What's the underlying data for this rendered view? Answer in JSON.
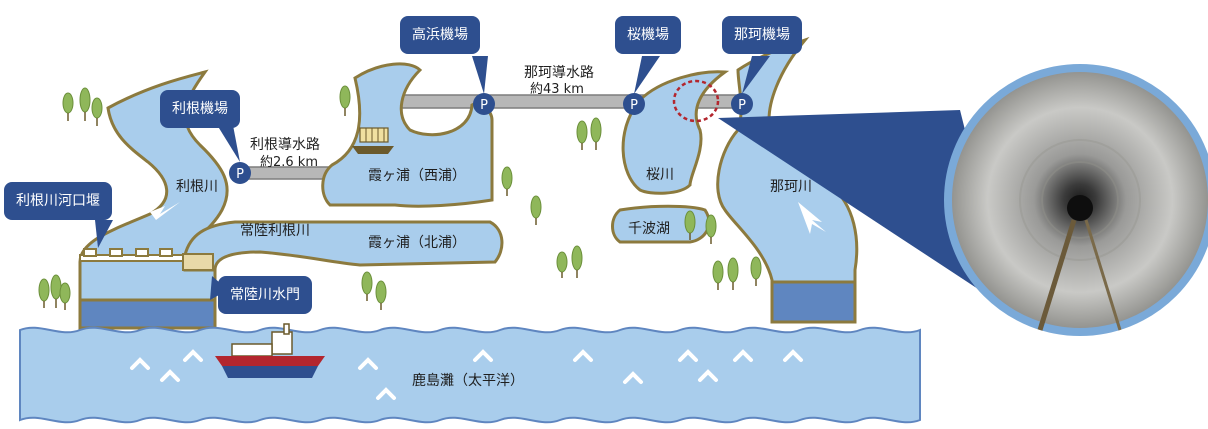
{
  "colors": {
    "water": "#a9cdec",
    "water_dark": "#5f86c0",
    "bank": "#8c7a3e",
    "callout": "#2e4f8f",
    "pump": "#2e4f8f",
    "tree": "#8fb75a",
    "pipe": "#b7b7b7",
    "sea_text": "#1f1f1f",
    "highlight": "#b3262e"
  },
  "callouts": {
    "takahama": "高浜機場",
    "sakura": "桜機場",
    "naka": "那珂機場",
    "tone": "利根機場",
    "tone_estuary": "利根川河口堰",
    "hitachi_gate": "常陸川水門"
  },
  "labels": {
    "naka_canal": "那珂導水路",
    "naka_canal_len": "約43 km",
    "tone_canal": "利根導水路",
    "tone_canal_len": "約2.6 km",
    "tone_river": "利根川",
    "hitachi_tone_river": "常陸利根川",
    "kasumi_nishiura": "霞ヶ浦（西浦）",
    "kasumi_kitaura": "霞ヶ浦（北浦）",
    "sakura_river": "桜川",
    "naka_river": "那珂川",
    "senba_lake": "千波湖",
    "sea": "鹿島灘（太平洋）"
  },
  "pump_symbol": "P",
  "icons": [
    "pump-station-icon",
    "tree-icon",
    "ship-icon",
    "sailboat-icon",
    "flow-arrow-icon",
    "tunnel-photo"
  ]
}
